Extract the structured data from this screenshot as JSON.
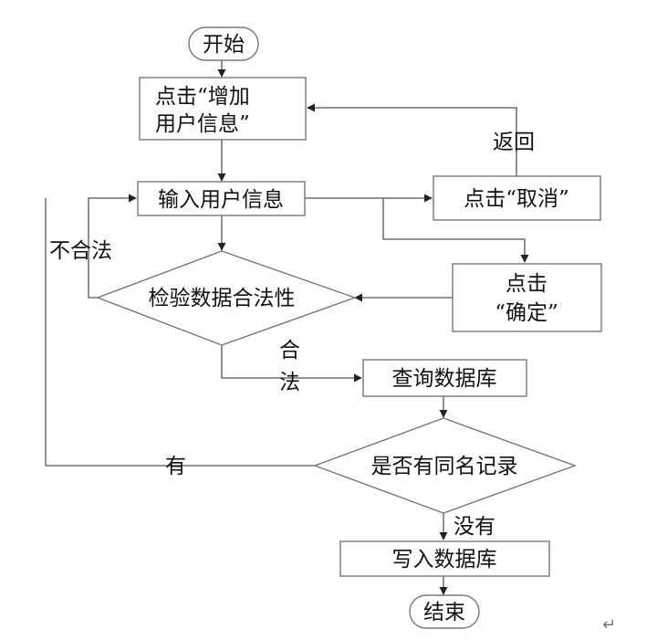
{
  "nodes": {
    "start": "开始",
    "add_user_info_line1": "点击“增加",
    "add_user_info_line2": "用户信息”",
    "input_user_info": "输入用户信息",
    "click_cancel": "点击“取消”",
    "validate_data": "检验数据合法性",
    "click_confirm_line1": "点击",
    "click_confirm_line2": "“确定”",
    "query_database": "查询数据库",
    "same_name_record": "是否有同名记录",
    "write_database": "写入数据库",
    "end": "结束"
  },
  "edge_labels": {
    "return": "返回",
    "invalid": "不合法",
    "valid_1": "合",
    "valid_2": "法",
    "has": "有",
    "none": "没有"
  },
  "paragraph_mark": "↵"
}
